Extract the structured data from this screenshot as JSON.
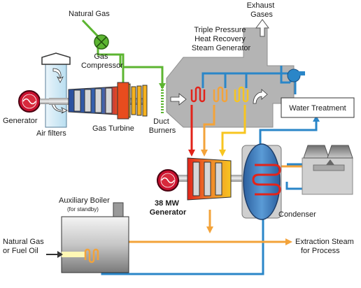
{
  "labels": {
    "natural_gas_top": "Natural Gas",
    "gas_compressor": [
      "Gas",
      "Compressor"
    ],
    "exhaust_gases": [
      "Exhaust",
      "Gases"
    ],
    "hrsg": [
      "Triple Pressure",
      "Heat Recovery",
      "Steam Generator"
    ],
    "generator": "Generator",
    "air_filters": "Air filters",
    "gas_turbine": "Gas Turbine",
    "duct_burners": [
      "Duct",
      "Burners"
    ],
    "water_treatment": "Water Treatment",
    "mw_generator": [
      "38 MW",
      "Generator"
    ],
    "auxiliary_boiler": "Auxiliary Boiler",
    "for_standby": "(for standby)",
    "condenser": "Condenser",
    "natural_gas_fuel_oil": [
      "Natural Gas",
      "or Fuel Oil"
    ],
    "extraction_steam": [
      "Extraction Steam",
      "for Process"
    ]
  },
  "colors": {
    "gas_line": "#5cb531",
    "water_line": "#2a86c8",
    "steam_hp": "#e2231a",
    "steam_mp": "#f3a33a",
    "steam_lp": "#f7c520",
    "hrsg_body": "#b4b4b4",
    "turbine_blue": "#2f55a4",
    "condenser": "#3a78b9",
    "generator": "#c8102e"
  }
}
